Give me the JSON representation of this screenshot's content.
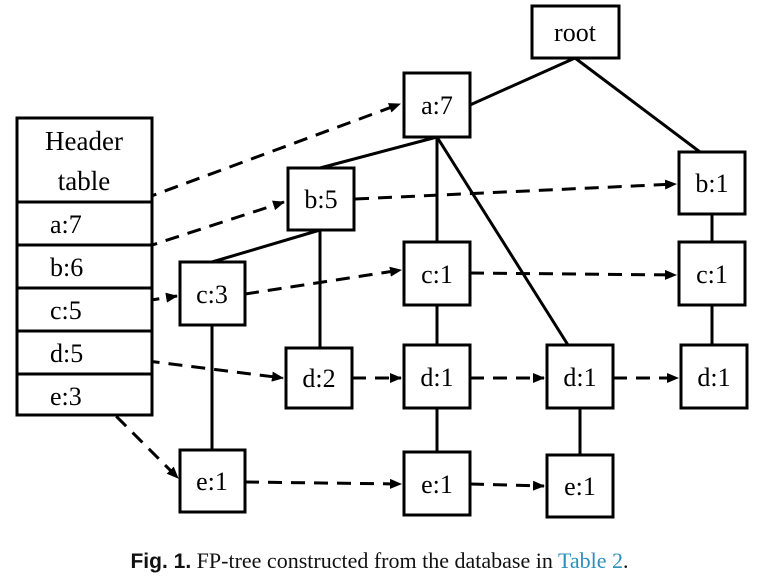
{
  "header_table": {
    "title_lines": [
      "Header",
      "table"
    ],
    "entries": [
      "a:7",
      "b:6",
      "c:5",
      "d:5",
      "e:3"
    ]
  },
  "nodes": {
    "root": "root",
    "a7": "a:7",
    "b5": "b:5",
    "b1": "b:1",
    "c3": "c:3",
    "c1_mid": "c:1",
    "c1_right": "c:1",
    "d2": "d:2",
    "d1_mid": "d:1",
    "d1_center": "d:1",
    "d1_right": "d:1",
    "e1_left": "e:1",
    "e1_mid": "e:1",
    "e1_center": "e:1"
  },
  "caption": {
    "label": "Fig. 1.",
    "text": "FP-tree constructed from the database in",
    "link": "Table 2",
    "end": "."
  }
}
